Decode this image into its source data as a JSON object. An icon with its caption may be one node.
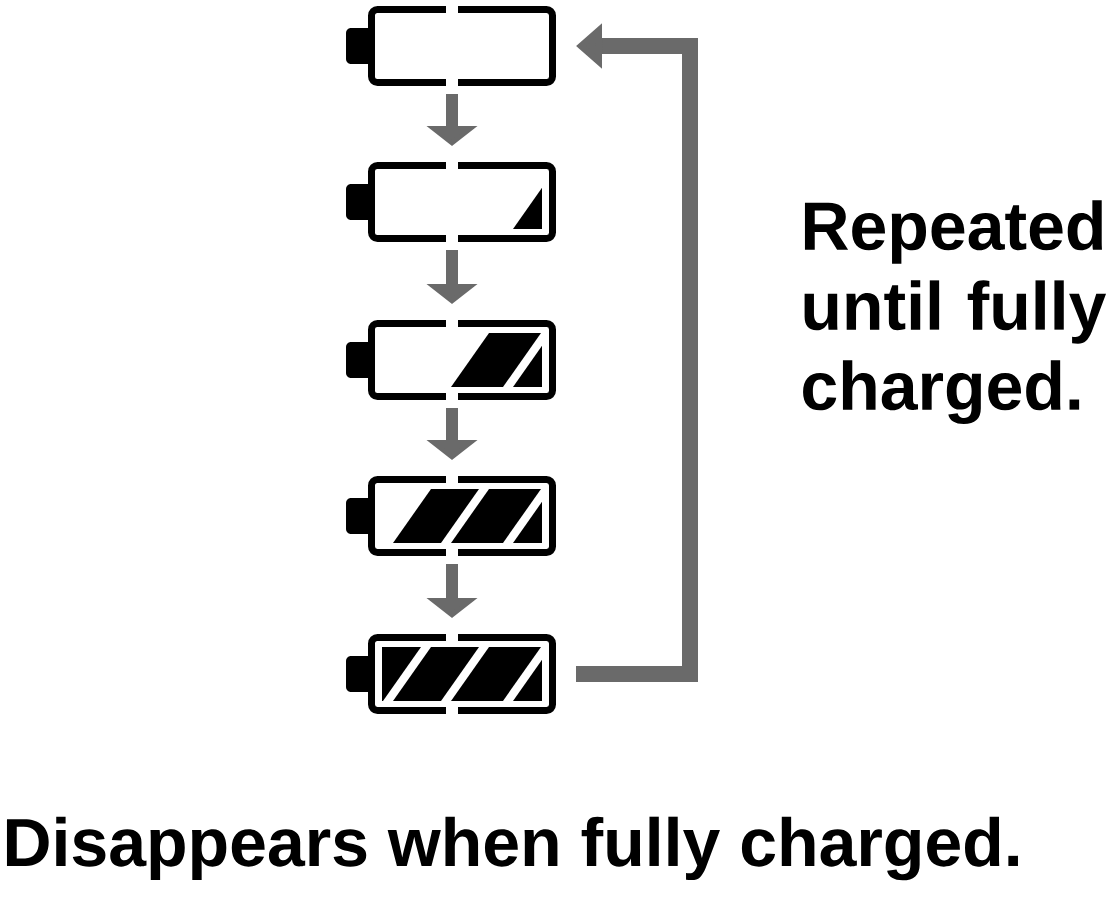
{
  "diagram": {
    "nodes": [
      {
        "text": [],
        "shape": "battery"
      },
      {
        "text": [],
        "shape": "battery"
      },
      {
        "text": [],
        "shape": "battery"
      },
      {
        "text": [],
        "shape": "battery"
      },
      {
        "text": [],
        "shape": "battery"
      }
    ],
    "edges": [
      {
        "from": 0,
        "to": 1,
        "arrow": "to"
      },
      {
        "from": 1,
        "to": 2,
        "arrow": "to"
      },
      {
        "from": 2,
        "to": 3,
        "arrow": "to"
      },
      {
        "from": 3,
        "to": 4,
        "arrow": "to"
      },
      {
        "from": 4,
        "to": 0,
        "arrow": "to",
        "label": "Repeated until fully charged."
      }
    ],
    "labels": [
      "Disappears when fully charged."
    ]
  }
}
